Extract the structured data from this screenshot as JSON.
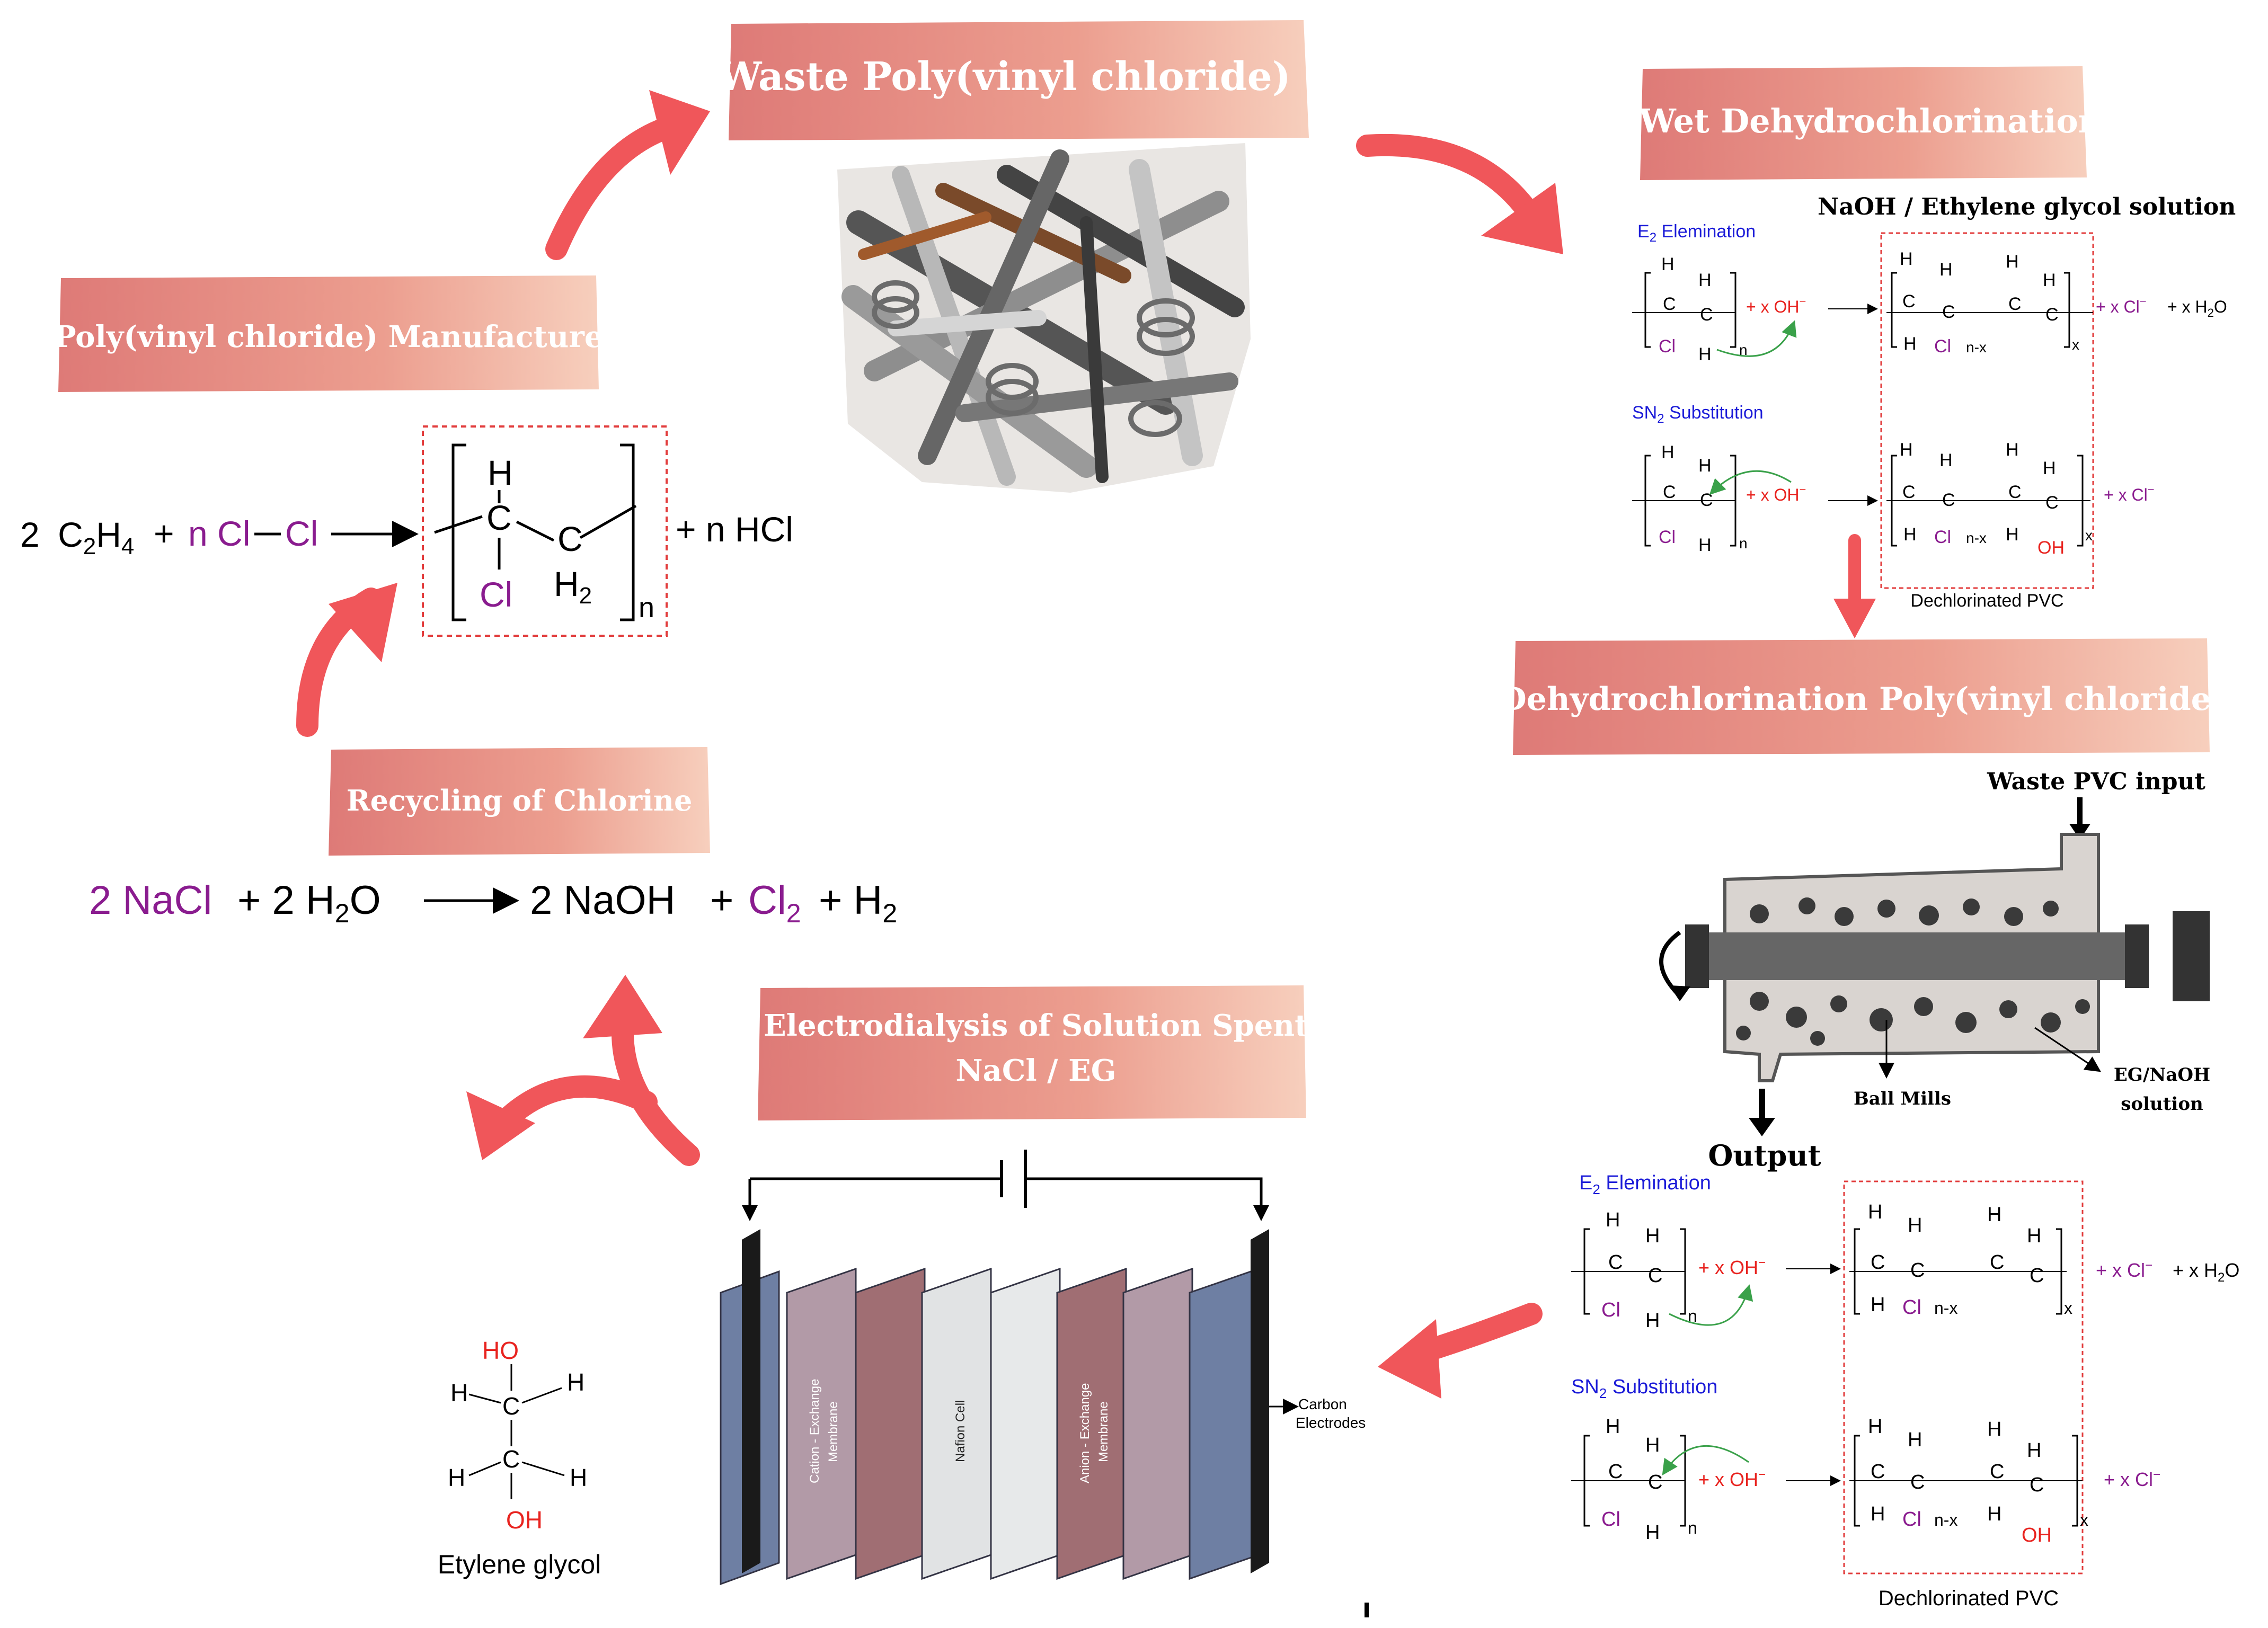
{
  "colors": {
    "arrow": "#f0565a",
    "banner_left": "#e1837d",
    "banner_right": "#f6ccb9",
    "purple": "#8a1c8f",
    "red": "#e8231f",
    "blue": "#1b1bd8",
    "dashed_box": "#e23c3c"
  },
  "banners": {
    "waste_pvc": "Waste Poly(vinyl chloride)",
    "wet_dehydro": "Wet Dehydrochlorination",
    "manufacture": "Poly(vinyl chloride) Manufacture",
    "dehydro_pvc": "Dehydrochlorination Poly(vinyl chloride)",
    "recycling": "Recycling of Chlorine",
    "electro_line1": "Electrodialysis of Solution Spent",
    "electro_line2": "NaCl / EG"
  },
  "manufacture_eq": {
    "reactant_coef": "2",
    "reactant_C": "C",
    "reactant_C_sub": "2",
    "reactant_H": "H",
    "reactant_H_sub": "4",
    "plus": "+",
    "n_clcl": "n Cl",
    "cl2": "Cl",
    "product_H": "H",
    "product_C1": "C",
    "product_C2": "C",
    "product_Cl": "Cl",
    "product_H2": "H",
    "product_H2_sub": "2",
    "product_n": "n",
    "byproduct": "+ n HCl"
  },
  "recycling_eq": {
    "nacl": "2 NaCl",
    "plus1": "+ 2 H",
    "h2o_sub": "2",
    "o": "O",
    "naoh": "2 NaOH",
    "plus2": "+",
    "cl2": "Cl",
    "cl2_sub": "2",
    "plus3": "+ H",
    "h2_sub": "2"
  },
  "wet_dehydro": {
    "solution_label": "NaOH / Ethylene  glycol solution",
    "e2_label": "E",
    "e2_sub": "2",
    "e2_rest": " Elemination",
    "sn2_label": "SN",
    "sn2_sub": "2",
    "sn2_rest": " Substitution",
    "xoh": "+ x OH",
    "products_e2": "+ x Cl",
    "products_e2_water": "+ x H",
    "water_sub": "2",
    "water_o": "O",
    "products_sn2": "+   x Cl",
    "atom_H": "H",
    "atom_C": "C",
    "atom_Cl": "Cl",
    "atom_OH": "OH",
    "n": "n",
    "nx": "n-x",
    "x": "x",
    "product_label": "Dechlorinated PVC"
  },
  "ball_mill": {
    "input_label": "Waste PVC input",
    "ball_label": "Ball Mills",
    "solution_label_1": "EG/NaOH",
    "solution_label_2": "solution",
    "output_label": "Output"
  },
  "electrodialysis": {
    "membrane_1": "Cation - Exchange",
    "membrane_1b": "Membrane",
    "membrane_2": "Nafion Cell",
    "membrane_3": "Anion - Exchange",
    "membrane_3b": "Membrane",
    "electrode_1": "Carbon",
    "electrode_2": "Electrodes"
  },
  "glycol": {
    "ho": "HO",
    "oh": "OH",
    "c": "C",
    "h": "H",
    "name": "Etylene glycol"
  }
}
